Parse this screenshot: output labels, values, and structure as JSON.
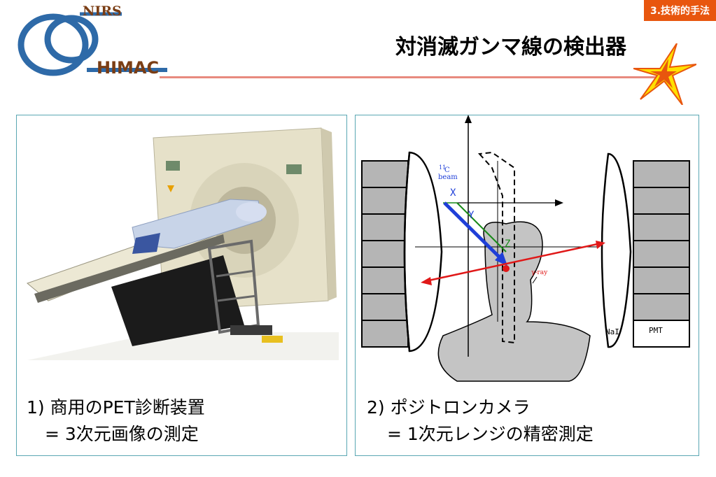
{
  "header": {
    "logo_top": "NIRS",
    "logo_bottom": "HIMAC",
    "badge": "3.技術的手法",
    "title": "対消滅ガンマ線の検出器"
  },
  "left_panel": {
    "caption_line1": "1) 商用のPET診断装置",
    "caption_line2": "= 3次元画像の測定"
  },
  "right_panel": {
    "caption_line1": "2) ポジトロンカメラ",
    "caption_line2": "= 1次元レンジの精密測定",
    "diagram": {
      "beam_label_sup": "11",
      "beam_label_c": "C",
      "beam_label_beam": "beam",
      "axis_x": "X",
      "axis_y": "Y",
      "axis_z": "Z",
      "gamma_label": "γ-ray",
      "nai_label": "NaI",
      "pmt_label": "PMT"
    }
  },
  "colors": {
    "badge": "#e8560e",
    "logo_blue": "#2e6aa8",
    "logo_text": "#7a3d14",
    "rule": "#e88a7e",
    "panel_border": "#5aa7b3",
    "beam_blue": "#1f3fd8",
    "gamma_red": "#e01818",
    "axis_green": "#1a8a1a"
  }
}
